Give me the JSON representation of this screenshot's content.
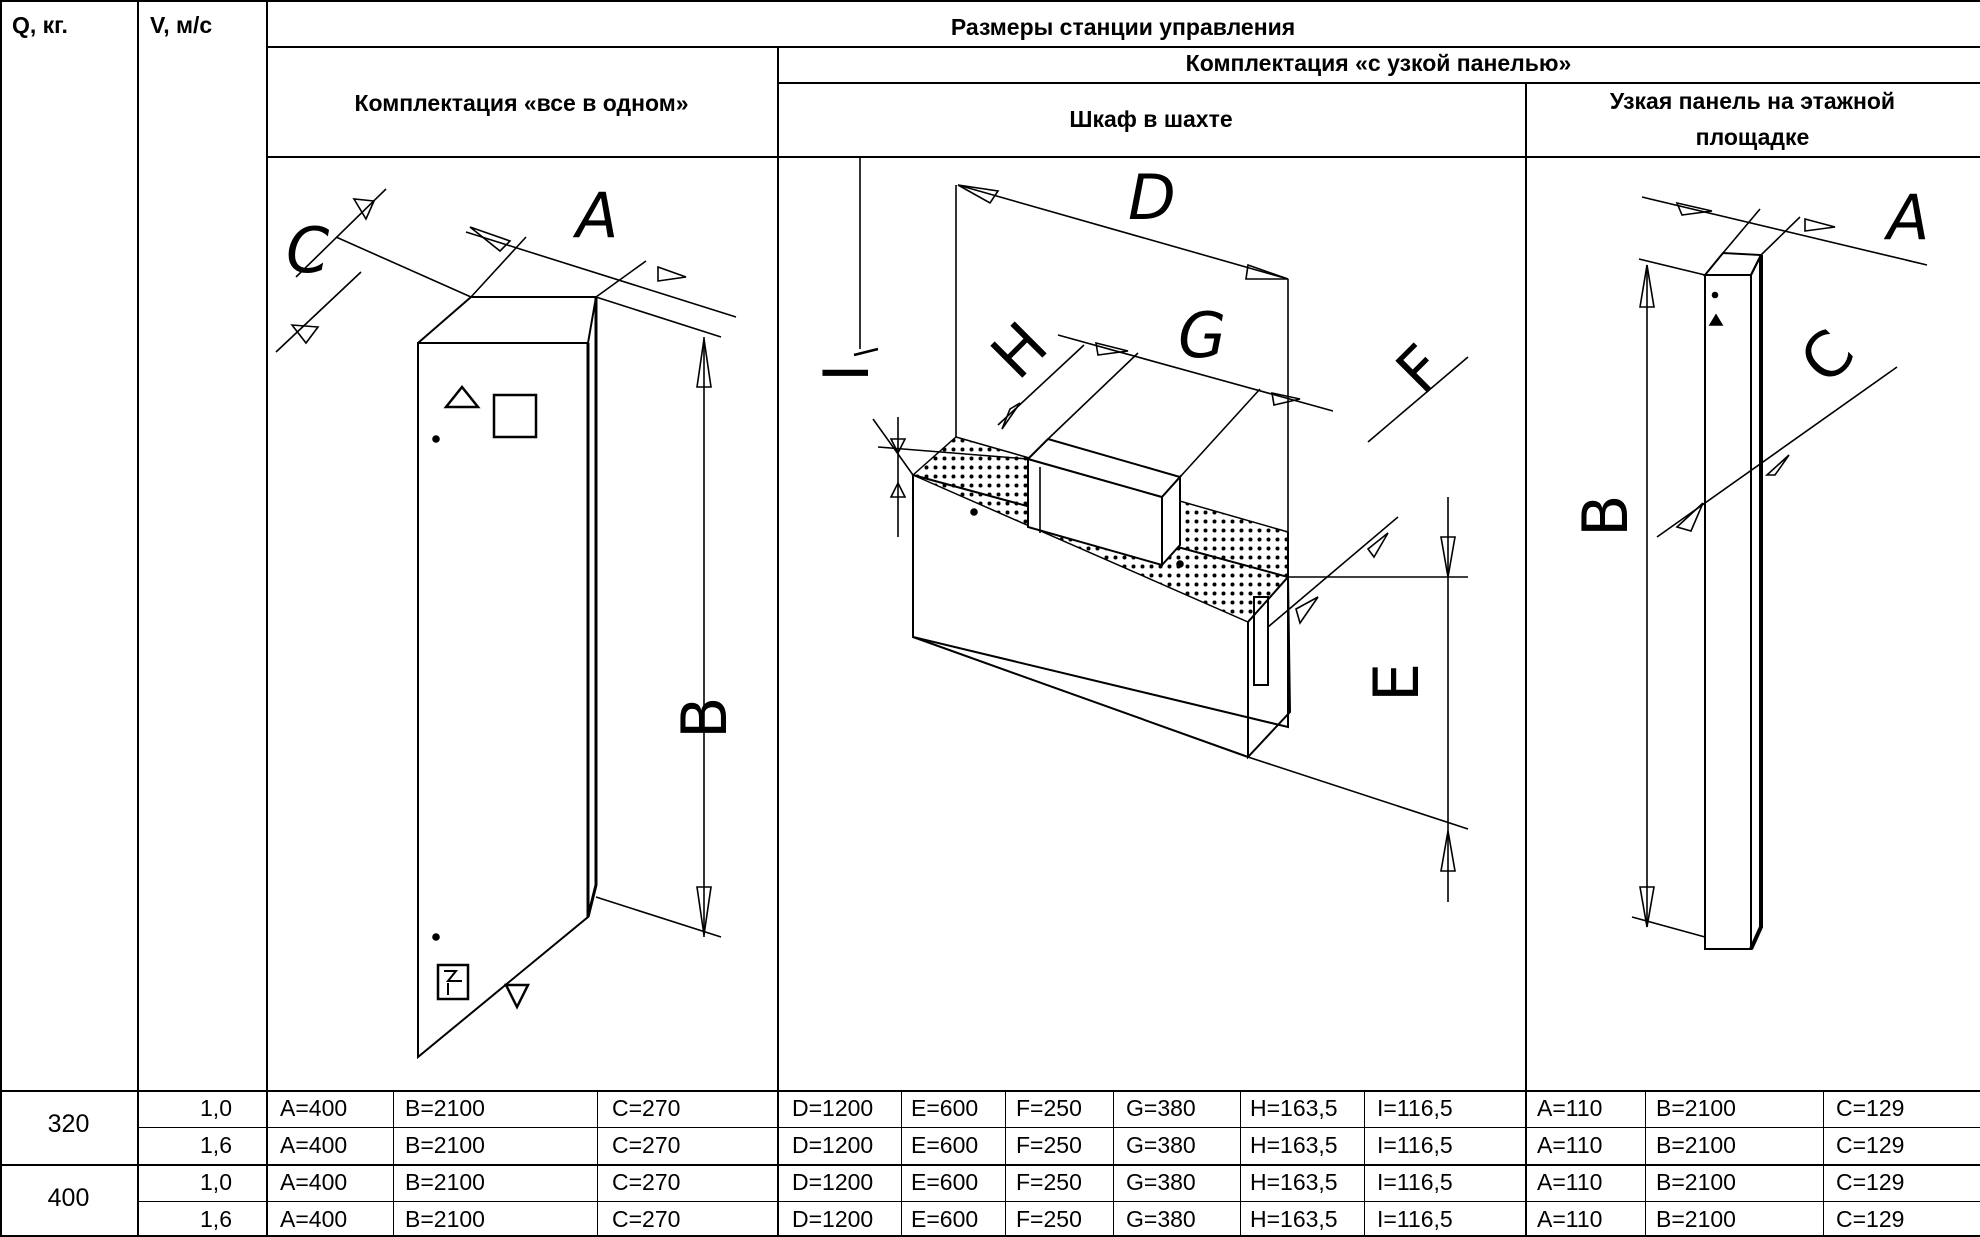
{
  "headers": {
    "q": "Q, кг.",
    "v": "V, м/с",
    "sizes_title": "Размеры станции управления",
    "all_in_one": "Комплектация «все в одном»",
    "narrow_panel_kit": "Комплектация «с узкой панелью»",
    "cabinet_in_shaft": "Шкаф в шахте",
    "narrow_panel_floor_line1": "Узкая панель на этажной",
    "narrow_panel_floor_line2": "площадке"
  },
  "drawing_labels": {
    "all_in_one": {
      "A": "A",
      "B": "B",
      "C": "C"
    },
    "cabinet": {
      "D": "D",
      "E": "E",
      "F": "F",
      "G": "G",
      "H": "H",
      "I": "I"
    },
    "narrow": {
      "A": "A",
      "B": "B",
      "C": "C"
    }
  },
  "groups": [
    {
      "q": "320",
      "rows": [
        {
          "v": "1,0",
          "a": "A=400",
          "b": "B=2100",
          "c": "C=270",
          "d": "D=1200",
          "e": "E=600",
          "f": "F=250",
          "g": "G=380",
          "h": "H=163,5",
          "i": "I=116,5",
          "na": "A=110",
          "nb": "B=2100",
          "nc": "C=129"
        },
        {
          "v": "1,6",
          "a": "A=400",
          "b": "B=2100",
          "c": "C=270",
          "d": "D=1200",
          "e": "E=600",
          "f": "F=250",
          "g": "G=380",
          "h": "H=163,5",
          "i": "I=116,5",
          "na": "A=110",
          "nb": "B=2100",
          "nc": "C=129"
        }
      ]
    },
    {
      "q": "400",
      "rows": [
        {
          "v": "1,0",
          "a": "A=400",
          "b": "B=2100",
          "c": "C=270",
          "d": "D=1200",
          "e": "E=600",
          "f": "F=250",
          "g": "G=380",
          "h": "H=163,5",
          "i": "I=116,5",
          "na": "A=110",
          "nb": "B=2100",
          "nc": "C=129"
        },
        {
          "v": "1,6",
          "a": "A=400",
          "b": "B=2100",
          "c": "C=270",
          "d": "D=1200",
          "e": "E=600",
          "f": "F=250",
          "g": "G=380",
          "h": "H=163,5",
          "i": "I=116,5",
          "na": "A=110",
          "nb": "B=2100",
          "nc": "C=129"
        }
      ]
    }
  ]
}
